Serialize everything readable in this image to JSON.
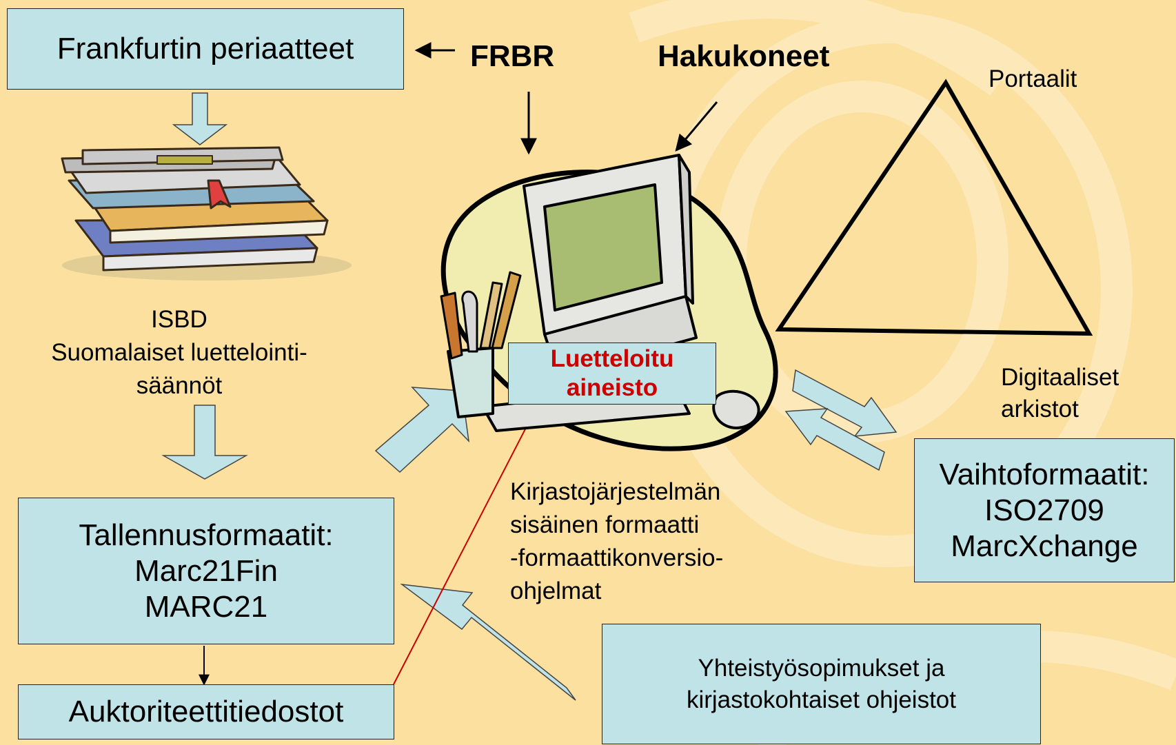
{
  "boxes": {
    "frankfurt": "Frankfurtin periaatteet",
    "tallennus": [
      "Tallennusformaatit:",
      "Marc21Fin",
      "MARC21"
    ],
    "auktoriteetti": "Auktoriteettitiedostot",
    "vaihto": [
      "Vaihtoformaatit:",
      "ISO2709",
      "MarcXchange"
    ],
    "yhteistyo": [
      "Yhteistyösopimukset ja",
      "kirjastokohtaiset ohjeistot"
    ],
    "luetteloitu": [
      "Luetteloitu",
      "aineisto"
    ]
  },
  "labels": {
    "frbr": "FRBR",
    "hakukoneet": "Hakukoneet",
    "portaalit": "Portaalit",
    "digitaaliset": [
      "Digitaaliset",
      "arkistot"
    ],
    "isbd": [
      "ISBD",
      "Suomalaiset luettelointi-",
      "säännöt"
    ],
    "kirjastojarjestelma": [
      "Kirjastojärjestelmän",
      "sisäinen formaatti",
      "-formaattikonversio-",
      "ohjelmat"
    ]
  },
  "colors": {
    "background": "#fbe0a0",
    "box_fill": "#bfe3e6",
    "highlight_text": "#cc0000",
    "connector_red": "#cc0000"
  },
  "icons": [
    "books-clipart-icon",
    "computer-clipart-icon",
    "triangle-shape"
  ]
}
